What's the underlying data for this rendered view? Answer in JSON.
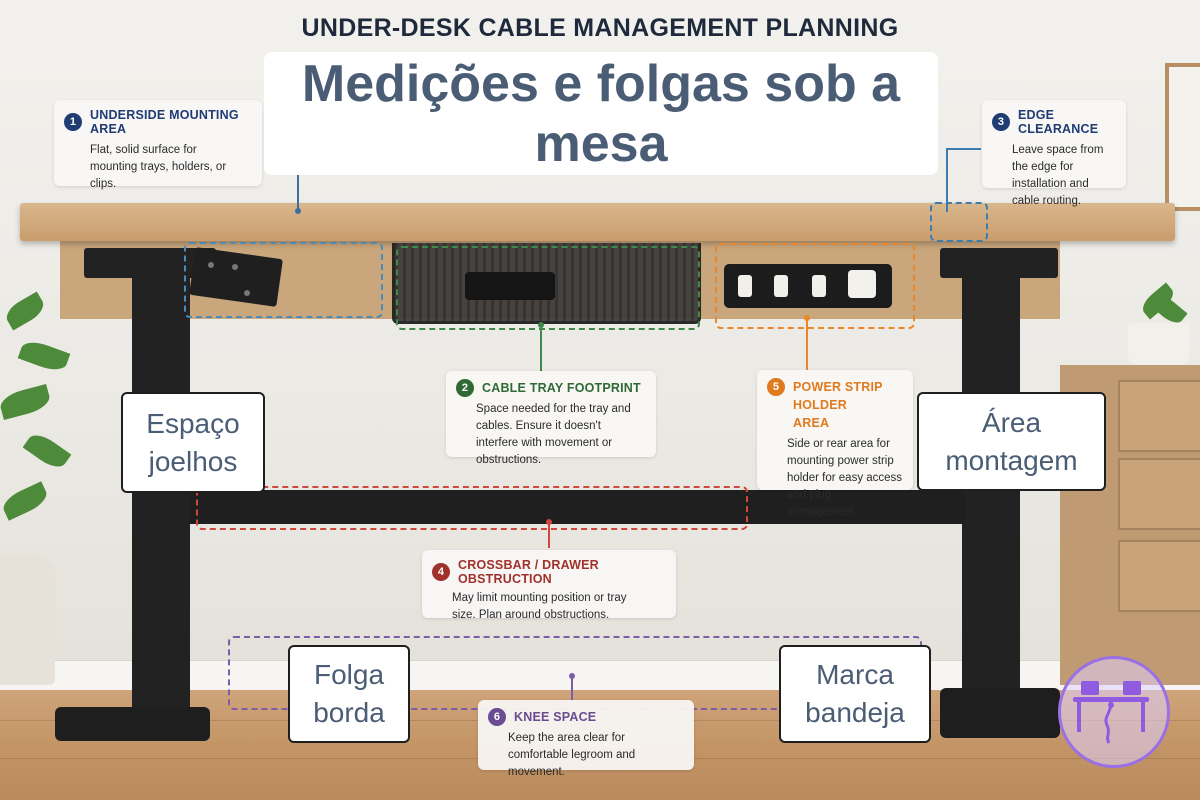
{
  "header": {
    "title": "UNDER-DESK CABLE MANAGEMENT PLANNING"
  },
  "overlay_title": "Medições e folgas sob a mesa",
  "labels": {
    "espaco_joelhos": "Espaço joelhos",
    "area_montagem": "Área montagem",
    "folga_borda": "Folga borda",
    "marca_bandeja": "Marca bandeja"
  },
  "callouts": [
    {
      "number": "1",
      "title": "UNDERSIDE MOUNTING AREA",
      "body": "Flat, solid surface for mounting trays, holders, or clips.",
      "color": "#1f3c73"
    },
    {
      "number": "2",
      "title": "CABLE TRAY FOOTPRINT",
      "body": "Space needed for the tray and cables. Ensure it doesn't interfere with movement or obstructions.",
      "color": "#2f6a35"
    },
    {
      "number": "3",
      "title": "EDGE CLEARANCE",
      "body": "Leave space from the edge for installation and cable routing.",
      "color": "#1f3c73"
    },
    {
      "number": "4",
      "title": "CROSSBAR / DRAWER OBSTRUCTION",
      "body": "May limit mounting position or tray size. Plan around obstructions.",
      "color": "#a1322b"
    },
    {
      "number": "5",
      "title": "POWER STRIP HOLDER AREA",
      "body": "Side or rear area for mounting power strip holder for easy access and plug management.",
      "color": "#e07a1f"
    },
    {
      "number": "6",
      "title": "KNEE SPACE",
      "body": "Keep the area clear for comfortable legroom and movement.",
      "color": "#6a4c93"
    }
  ],
  "colors": {
    "zone_mounting": "#4a8bb8",
    "zone_tray": "#3f8a4a",
    "zone_edge": "#3c7db0",
    "zone_crossbar": "#d0473c",
    "zone_power": "#e9872a",
    "zone_knee": "#7d5ca8"
  },
  "icons": {
    "logo": "desk-cable-logo-icon"
  }
}
